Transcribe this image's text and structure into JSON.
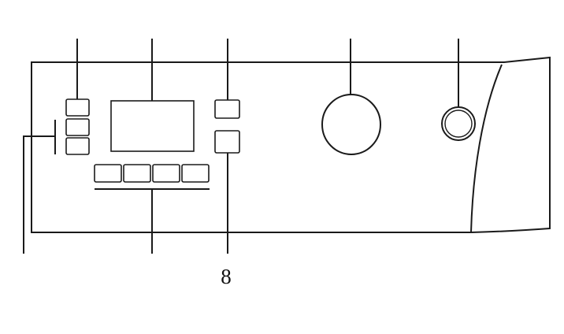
{
  "diagram": {
    "callouts": [
      {
        "id": "program-buttons",
        "label": ""
      },
      {
        "id": "display",
        "label": ""
      },
      {
        "id": "upper-button",
        "label": ""
      },
      {
        "id": "knob",
        "label": ""
      },
      {
        "id": "power-button",
        "label": ""
      },
      {
        "id": "side-buttons",
        "label": ""
      },
      {
        "id": "option-buttons",
        "label": ""
      },
      {
        "id": "start-button",
        "label": "8"
      }
    ],
    "colors": {
      "line": "#1a1a1a",
      "background": "#ffffff"
    }
  }
}
